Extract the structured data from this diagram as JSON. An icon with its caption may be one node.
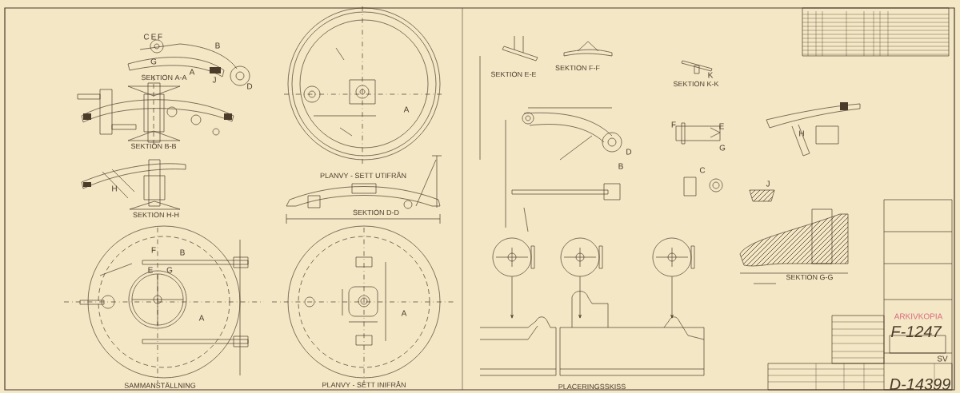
{
  "diagram": {
    "nodes": [
      {
        "text": [],
        "shape": "circle"
      },
      {
        "text": [],
        "shape": "circle"
      },
      {
        "text": [],
        "shape": "circle"
      },
      {
        "text": [],
        "shape": "picture",
        "beside": [
          "PLACERINGSSKISS"
        ]
      },
      {
        "text": [],
        "shape": "box"
      }
    ],
    "edges": [
      {
        "from": 0,
        "to": 3,
        "arrow": "to"
      },
      {
        "from": 1,
        "to": 3,
        "arrow": "to"
      },
      {
        "from": 2,
        "to": 3,
        "arrow": "to"
      }
    ],
    "labels": [
      "C",
      "E",
      "F",
      "B",
      "G",
      "SEKTION A-A",
      "A",
      "J",
      "D",
      "SEKTION B-B",
      "H",
      "SEKTION H-H",
      "A",
      "PLANVY - SETT UTIFRÅN",
      "SEKTION D-D",
      "F",
      "B",
      "E",
      "G",
      "A",
      "SAMMANSTÄLLNING",
      "A",
      "PLANVY - SETT INIFRÅN",
      "SEKTION E-E",
      "SEKTION F-F",
      "SEKTION K-K",
      "K",
      "D",
      "B",
      "F",
      "E",
      "G",
      "C",
      "J",
      "H",
      "SEKTION G-G",
      "ARKIVKOPIA",
      "F-1247",
      "SV",
      "D-14399"
    ]
  }
}
